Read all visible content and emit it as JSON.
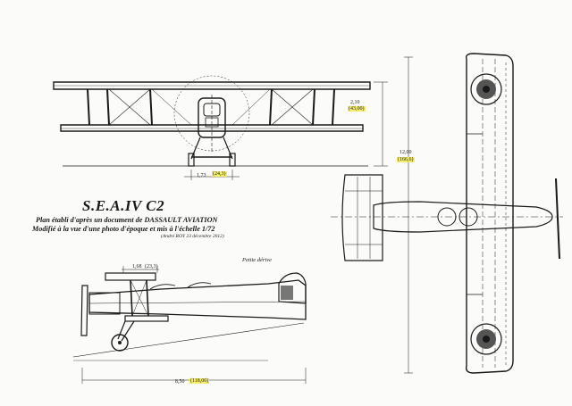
{
  "title": "S.E.A.IV C2",
  "subtitle_line1": "Plan établi d'après un document de DASSAULT AVIATION",
  "subtitle_line2": "Modifié à la vue d'une photo d'époque et mis à l'échelle 1/72",
  "author": "(André ROY 23 décembre 2012)",
  "note": "Petite dérive",
  "dimensions": {
    "front_height": "2,10",
    "front_height_scaled": "(43,00)",
    "wheel_track": "1,73",
    "wheel_track_scaled": "(24,3)",
    "span": "12,00",
    "span_scaled": "(166,6)",
    "upper_length": "1,68",
    "upper_length_scaled": "(23,3)",
    "fuselage_length": "8,50",
    "fuselage_length_scaled": "(118,00)"
  },
  "colors": {
    "highlight": "#f4ee6a",
    "ink": "#1a1a1a",
    "paper": "#fbfbf9"
  }
}
